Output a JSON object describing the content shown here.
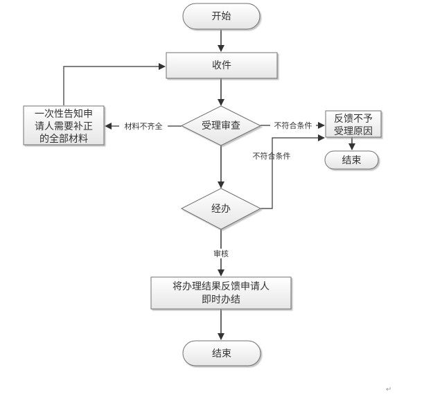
{
  "diagram": {
    "nodes": {
      "start": {
        "label": "开始",
        "shape": "terminator"
      },
      "receive": {
        "label": "收件",
        "shape": "process"
      },
      "review": {
        "label": "受理审查",
        "shape": "decision"
      },
      "notify": {
        "lines": [
          "一次性告知申",
          "请人需要补正",
          "的全部材料"
        ],
        "shape": "process"
      },
      "reject": {
        "lines": [
          "反馈不予",
          "受理原因"
        ],
        "shape": "process"
      },
      "end_reject": {
        "label": "结束",
        "shape": "terminator"
      },
      "handle": {
        "label": "经办",
        "shape": "decision"
      },
      "result": {
        "lines": [
          "将办理结果反馈申请人",
          "即时办结"
        ],
        "shape": "process"
      },
      "end": {
        "label": "结束",
        "shape": "terminator"
      }
    },
    "edges": {
      "incomplete": "材料不齐全",
      "not_qualified_1": "不符合条件",
      "not_qualified_2": "不符合条件",
      "audit": "审核"
    }
  },
  "paragraph_mark": "↵"
}
